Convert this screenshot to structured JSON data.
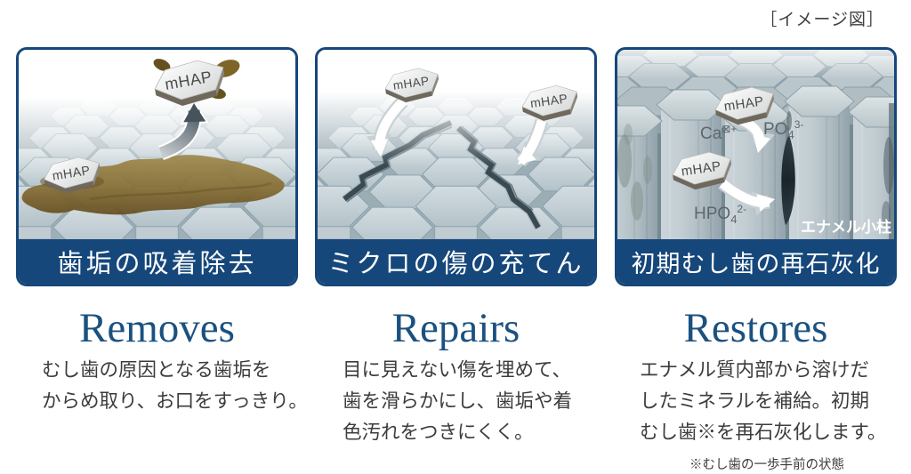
{
  "figure_note": "［イメージ図］",
  "panels": [
    {
      "caption": "歯垢の吸着除去",
      "heading": "Removes",
      "body": [
        "むし歯の原因となる歯垢を",
        "からめ取り、お口をすっきり。"
      ],
      "mhap_tags": [
        "mHAP",
        "mHAP"
      ]
    },
    {
      "caption": "ミクロの傷の充てん",
      "heading": "Repairs",
      "body": [
        "目に見えない傷を埋めて、",
        "歯を滑らかにし、歯垢や着",
        "色汚れをつきにくく。"
      ],
      "mhap_tags": [
        "mHAP",
        "mHAP"
      ]
    },
    {
      "caption": "初期むし歯の再石灰化",
      "heading": "Restores",
      "body": [
        "エナメル質内部から溶けだ",
        "したミネラルを補給。初期",
        "むし歯※を再石灰化します。"
      ],
      "footnote": "※むし歯の一歩手前の状態",
      "mhap_tags": [
        "mHAP",
        "mHAP"
      ],
      "labels": {
        "ca_base": "Ca",
        "ca_sup": "⊠+",
        "po_base": "PO",
        "po_sub": "4",
        "po_sup": "3-",
        "hpo_base": "HPO",
        "hpo_sub": "4",
        "hpo_sup": "2-",
        "rod": "エナメル小柱"
      }
    }
  ],
  "colors": {
    "navy": "#16477b",
    "heading_blue": "#1b5180",
    "body_text": "#3c3c3c",
    "tile_light": "#d3dde1",
    "tile_dark": "#b3c2c9",
    "tile_edge": "#8da2ac",
    "plaque_light": "#a08a50",
    "plaque_dark": "#665022",
    "crack": "#394a52"
  }
}
